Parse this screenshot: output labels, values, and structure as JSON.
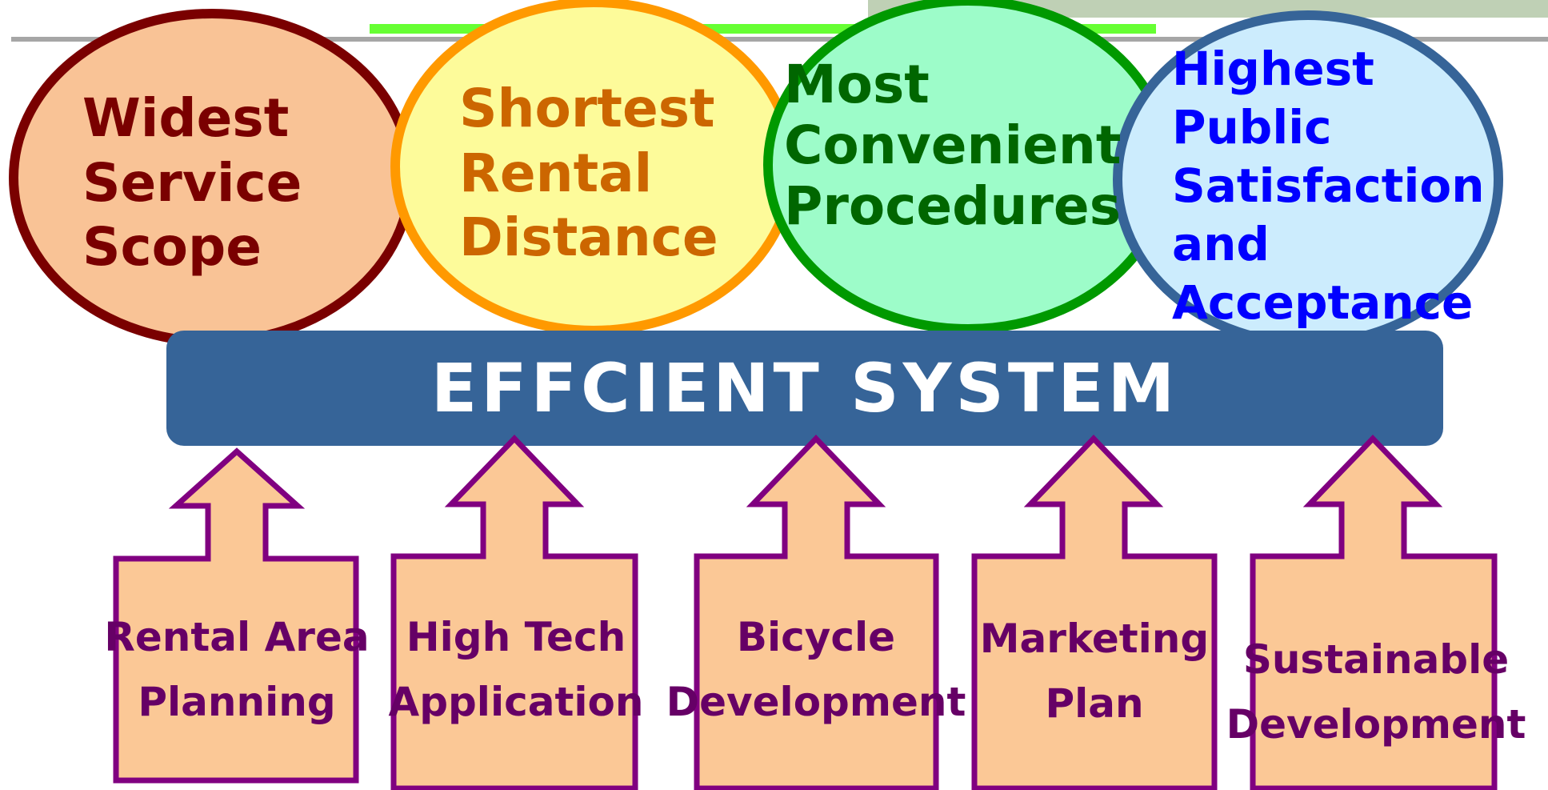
{
  "colors": {
    "banner": "#366498",
    "circle_1": "#f9c396",
    "circle_1_stroke": "#7a0000",
    "circle_1_text": "#7a0000",
    "circle_2": "#fdfb9a",
    "circle_2_stroke": "#ff9900",
    "circle_2_text": "#cc6600",
    "circle_3": "#9dfcc9",
    "circle_3_stroke": "#009900",
    "circle_3_text": "#006600",
    "circle_4": "#ccecfd",
    "circle_4_stroke": "#366498",
    "circle_4_text": "#0000ff",
    "pillar_fill": "#fbc896",
    "pillar_stroke": "#800080",
    "pillar_text": "#660066"
  },
  "goals": [
    {
      "line1": "Widest",
      "line2": "Service",
      "line3": "Scope",
      "line4": "",
      "line5": ""
    },
    {
      "line1": "Shortest",
      "line2": "Rental",
      "line3": "Distance",
      "line4": "",
      "line5": ""
    },
    {
      "line1": "Most",
      "line2": "Convenient",
      "line3": "Procedures",
      "line4": "",
      "line5": ""
    },
    {
      "line1": "Highest",
      "line2": "Public",
      "line3": "Satisfaction",
      "line4": "and",
      "line5": "Acceptance"
    }
  ],
  "banner": {
    "label": "EFFCIENT SYSTEM"
  },
  "pillars": [
    {
      "line1": "Rental Area",
      "line2": "Planning"
    },
    {
      "line1": "High Tech",
      "line2": "Application"
    },
    {
      "line1": "Bicycle",
      "line2": "Development"
    },
    {
      "line1": "Marketing",
      "line2": "Plan"
    },
    {
      "line1": "Sustainable",
      "line2": "Development"
    }
  ]
}
